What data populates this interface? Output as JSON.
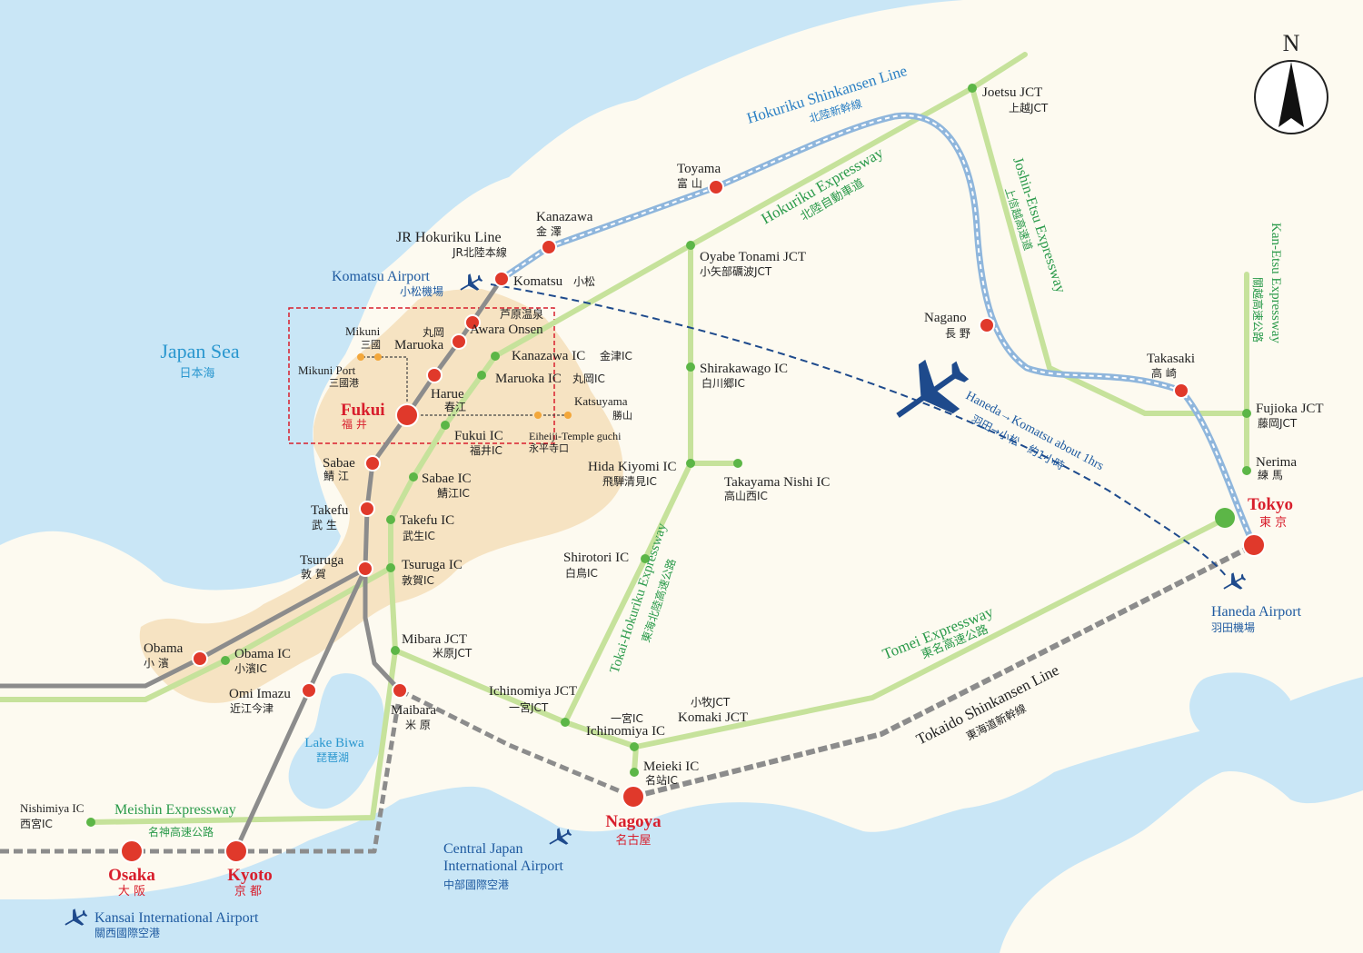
{
  "colors": {
    "sea": "#c9e6f6",
    "land": "#fdfaf0",
    "fukui_region": "#f6e3c2",
    "expressway": "#c6e29b",
    "expressway_text": "#2a9a4a",
    "shinkansen_blue": "#8fb6dc",
    "rail_gray": "#8c8c8c",
    "station_red": "#e0392b",
    "ic_green": "#5cb647",
    "city_red": "#d81e2c",
    "air_blue": "#1e4a8c",
    "sea_label": "#2a97cf"
  },
  "compass": {
    "label": "N"
  },
  "sea": {
    "en": "Japan Sea",
    "jp": "日本海"
  },
  "lake": {
    "en": "Lake Biwa",
    "jp": "琵琶湖"
  },
  "rail_lines": [
    {
      "id": "hokuriku_shinkansen",
      "en": "Hokuriku Shinkansen Line",
      "jp": "北陸新幹線"
    },
    {
      "id": "jr_hokuriku",
      "en": "JR Hokuriku Line",
      "jp": "JR北陸本線"
    },
    {
      "id": "tokaido_shinkansen",
      "en": "Tokaido Shinkansen Line",
      "jp": "東海道新幹線"
    }
  ],
  "expressways": [
    {
      "id": "hokuriku_exp",
      "en": "Hokuriku Expressway",
      "jp": "北陸自動車道"
    },
    {
      "id": "joshinetsu_exp",
      "en": "Joshin-Etsu Expressway",
      "jp": "上信越高速道"
    },
    {
      "id": "kanetsu_exp",
      "en": "Kan-Etsu Expressway",
      "jp": "關越高速公路"
    },
    {
      "id": "tokaihokuriku_exp",
      "en": "Tokai-Hokuriku Expressway",
      "jp": "東海北陸高速公路"
    },
    {
      "id": "tomei_exp",
      "en": "Tomei Expressway",
      "jp": "東名高速公路"
    },
    {
      "id": "meishin_exp",
      "en": "Meishin Expressway",
      "jp": "名神高速公路"
    }
  ],
  "stations": [
    {
      "en": "Kanazawa",
      "jp": "金 澤"
    },
    {
      "en": "Toyama",
      "jp": "富 山"
    },
    {
      "en": "Komatsu",
      "jp": "小松"
    },
    {
      "en": "Awara Onsen",
      "jp": "芦原温泉"
    },
    {
      "en": "Maruoka",
      "jp": "丸岡"
    },
    {
      "en": "Harue",
      "jp": "春江"
    },
    {
      "en": "Fukui",
      "jp": "福 井"
    },
    {
      "en": "Sabae",
      "jp": "鯖 江"
    },
    {
      "en": "Takefu",
      "jp": "武 生"
    },
    {
      "en": "Tsuruga",
      "jp": "敦 賀"
    },
    {
      "en": "Obama",
      "jp": "小 濱"
    },
    {
      "en": "Omi Imazu",
      "jp": "近江今津"
    },
    {
      "en": "Maibara",
      "jp": "米 原"
    },
    {
      "en": "Nagoya",
      "jp": "名古屋"
    },
    {
      "en": "Kyoto",
      "jp": "京 都"
    },
    {
      "en": "Osaka",
      "jp": "大 阪"
    },
    {
      "en": "Nagano",
      "jp": "長 野"
    },
    {
      "en": "Takasaki",
      "jp": "高 崎"
    },
    {
      "en": "Tokyo",
      "jp": "東 京"
    }
  ],
  "local_stops": [
    {
      "en": "Mikuni",
      "jp": "三國"
    },
    {
      "en": "Mikuni Port",
      "jp": "三國港"
    },
    {
      "en": "Katsuyama",
      "jp": "勝山"
    },
    {
      "en": "Eiheiji-Temple guchi",
      "jp": "永平寺口"
    }
  ],
  "interchanges": [
    {
      "en": "Joetsu JCT",
      "jp": "上越JCT"
    },
    {
      "en": "Oyabe Tonami JCT",
      "jp": "小矢部礪波JCT"
    },
    {
      "en": "Kanazawa IC",
      "jp": "金津IC"
    },
    {
      "en": "Maruoka IC",
      "jp": "丸岡IC"
    },
    {
      "en": "Fukui IC",
      "jp": "福井IC"
    },
    {
      "en": "Sabae IC",
      "jp": "鯖江IC"
    },
    {
      "en": "Takefu IC",
      "jp": "武生IC"
    },
    {
      "en": "Tsuruga IC",
      "jp": "敦賀IC"
    },
    {
      "en": "Obama IC",
      "jp": "小濱IC"
    },
    {
      "en": "Mibara JCT",
      "jp": "米原JCT"
    },
    {
      "en": "Shirakawago IC",
      "jp": "白川郷IC"
    },
    {
      "en": "Hida Kiyomi IC",
      "jp": "飛騨清見IC"
    },
    {
      "en": "Takayama Nishi IC",
      "jp": "高山西IC"
    },
    {
      "en": "Shirotori IC",
      "jp": "白鳥IC"
    },
    {
      "en": "Ichinomiya JCT",
      "jp": "一宮JCT"
    },
    {
      "en": "Ichinomiya IC",
      "jp": "一宮IC"
    },
    {
      "en": "Komaki JCT",
      "jp": "小牧JCT"
    },
    {
      "en": "Meieki IC",
      "jp": "名站IC"
    },
    {
      "en": "Nishimiya IC",
      "jp": "西宮IC"
    },
    {
      "en": "Fujioka JCT",
      "jp": "藤岡JCT"
    },
    {
      "en": "Nerima",
      "jp": "練 馬"
    }
  ],
  "airports": [
    {
      "en": "Komatsu Airport",
      "jp": "小松機場"
    },
    {
      "en": "Haneda Airport",
      "jp": "羽田機場"
    },
    {
      "en": "Central Japan",
      "en2": "International Airport",
      "jp": "中部國際空港"
    },
    {
      "en": "Kansai International Airport",
      "jp": "關西國際空港"
    }
  ],
  "flight": {
    "en": "Haneda→Komatsu about 1hrs",
    "jp": "羽田→小松　約1小時"
  }
}
